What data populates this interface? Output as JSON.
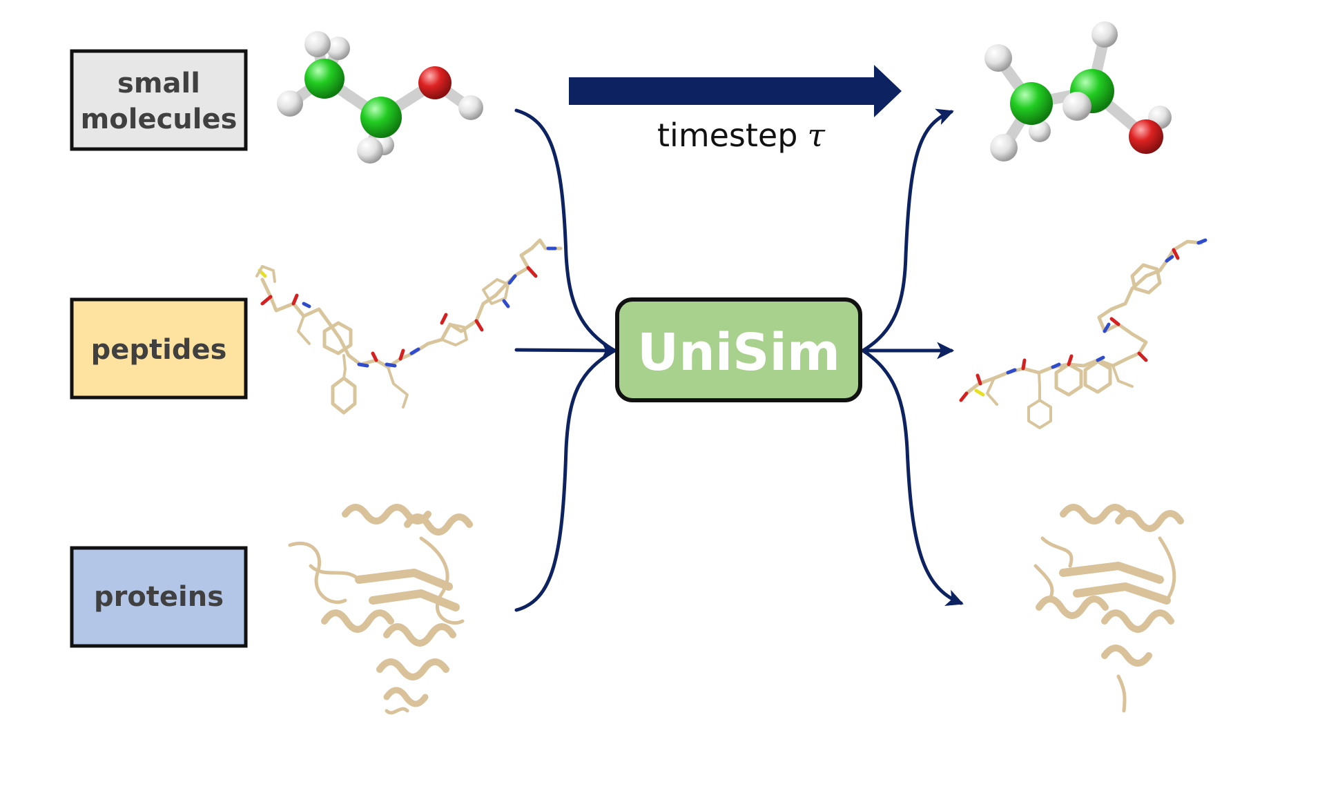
{
  "categories": [
    {
      "label_lines": [
        "small",
        "molecules"
      ],
      "fill": "#e7e7e7"
    },
    {
      "label_lines": [
        "peptides"
      ],
      "fill": "#fde39f"
    },
    {
      "label_lines": [
        "proteins"
      ],
      "fill": "#b4c6e7"
    }
  ],
  "model": {
    "name": "UniSim",
    "fill": "#a9d18e"
  },
  "timestep": {
    "label": "timestep",
    "symbol": "τ"
  },
  "colors": {
    "arrow": "#0d2260",
    "atom_carbon": "#22cc22",
    "atom_oxygen": "#dd2222",
    "atom_hydrogen": "#e8e8e8",
    "stick_carbon": "#d8c59c",
    "stick_nitrogen": "#2f4ccc",
    "stick_oxygen": "#d42020",
    "stick_sulfur": "#e6e020",
    "ribbon": "#d9c29a"
  },
  "icons": [
    "small-molecule-icon",
    "peptide-icon",
    "protein-icon"
  ]
}
